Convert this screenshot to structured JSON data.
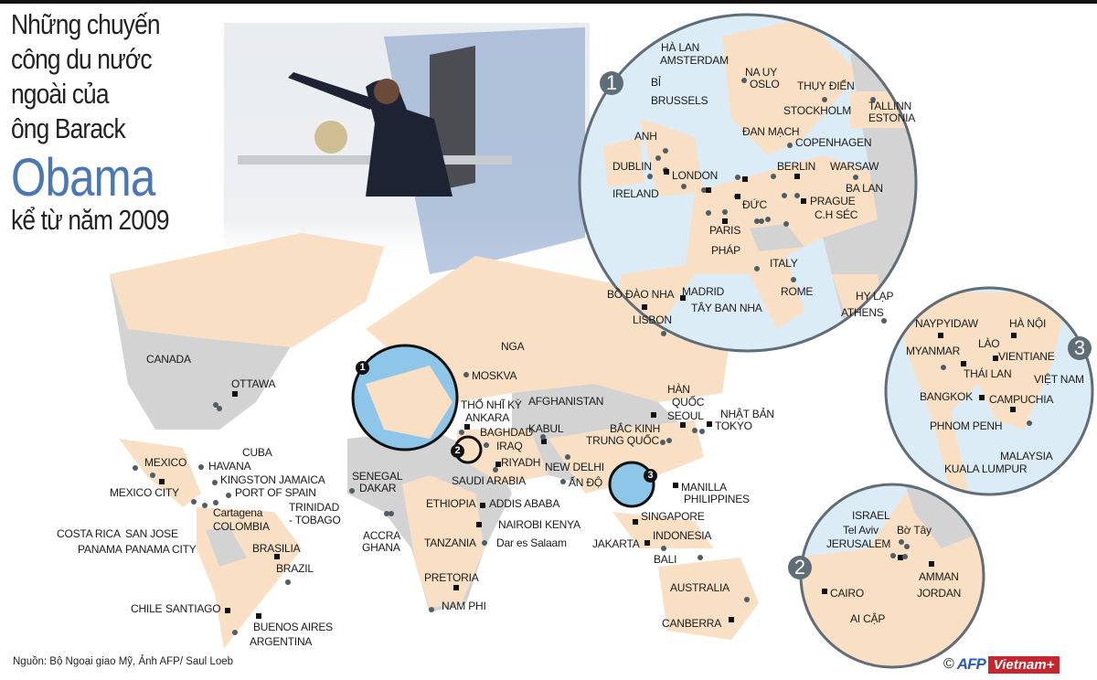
{
  "title": {
    "line1": "Những chuyến",
    "line2": "công du nước",
    "line3": "ngoài của",
    "line4": "ông Barack",
    "name": "Obama",
    "line6": "kể từ năm 2009"
  },
  "source": "Nguồn: Bộ Ngoại giao Mỹ, Ảnh AFP/ Saul Loeb",
  "credit": {
    "copyright": "©",
    "afp": "AFP",
    "vietnamplus": "Vietnam+"
  },
  "colors": {
    "visited": "#f9e0c4",
    "other": "#d3d3d3",
    "sea_inset": "#dcecf7",
    "accent": "#4a78b4",
    "border": "#5f6d76"
  },
  "markers": {
    "capital": "square",
    "city": "dot"
  },
  "world_labels": [
    "CANADA",
    "OTTAWA",
    "MEXICO",
    "MEXICO CITY",
    "CUBA",
    "HAVANA",
    "KINGSTON JAMAICA",
    "PORT OF SPAIN",
    "TRINIDAD",
    "- TOBAGO",
    "Cartagena",
    "COLOMBIA",
    "COSTA RICA",
    "SAN JOSE",
    "PANAMA",
    "PANAMA CITY",
    "BRASILIA",
    "BRAZIL",
    "CHILE",
    "SANTIAGO",
    "BUENOS AIRES",
    "ARGENTINA",
    "NGA",
    "MOSKVA",
    "THỔ NHĨ KỲ",
    "ANKARA",
    "AFGHANISTAN",
    "KABUL",
    "BAGHDAD",
    "IRAQ",
    "RIYADH",
    "SAUDI ARABIA",
    "NEW DELHI",
    "ẤN ĐỘ",
    "SENEGAL",
    "DAKAR",
    "ACCRA",
    "GHANA",
    "ETHIOPIA",
    "ADDIS ABABA",
    "NAIROBI KENYA",
    "TANZANIA",
    "Dar es Salaam",
    "PRETORIA",
    "NAM PHI",
    "HÀN",
    "QUỐC",
    "SEOUL",
    "NHẬT BẢN",
    "TOKYO",
    "BẮC KINH",
    "TRUNG QUỐC",
    "MANILLA",
    "PHILIPPINES",
    "SINGAPORE",
    "INDONESIA",
    "JAKARTA",
    "BALI",
    "AUSTRALIA",
    "CANBERRA"
  ],
  "inset1": {
    "badge": "1",
    "labels": [
      "HÀ LAN",
      "AMSTERDAM",
      "NA UY",
      "OSLO",
      "THỤY ĐIỂN",
      "STOCKHOLM",
      "TALLINN",
      "ESTONIA",
      "BỈ",
      "BRUSSELS",
      "ANH",
      "ĐAN MẠCH",
      "COPENHAGEN",
      "DUBLIN",
      "BERLIN",
      "WARSAW",
      "LONDON",
      "IRELAND",
      "BA LAN",
      "ĐỨC",
      "PRAGUE",
      "C.H SÉC",
      "PARIS",
      "PHÁP",
      "ITALY",
      "MADRID",
      "ROME",
      "BỒ ĐÀO NHA",
      "TÂY BAN NHA",
      "HY LẠP",
      "ATHENS",
      "LISBON"
    ]
  },
  "inset2": {
    "badge": "2",
    "labels": [
      "ISRAEL",
      "Tel Aviv",
      "Bờ Tây",
      "JERUSALEM",
      "AMMAN",
      "CAIRO",
      "JORDAN",
      "AI CẬP"
    ]
  },
  "inset3": {
    "badge": "3",
    "labels": [
      "NAYPYIDAW",
      "HÀ NỘI",
      "LÀO",
      "MYANMAR",
      "VIENTIANE",
      "THÁI LAN",
      "VIỆT NAM",
      "BANGKOK",
      "CAMPUCHIA",
      "PHNOM PENH",
      "MALAYSIA",
      "KUALA LUMPUR"
    ]
  }
}
